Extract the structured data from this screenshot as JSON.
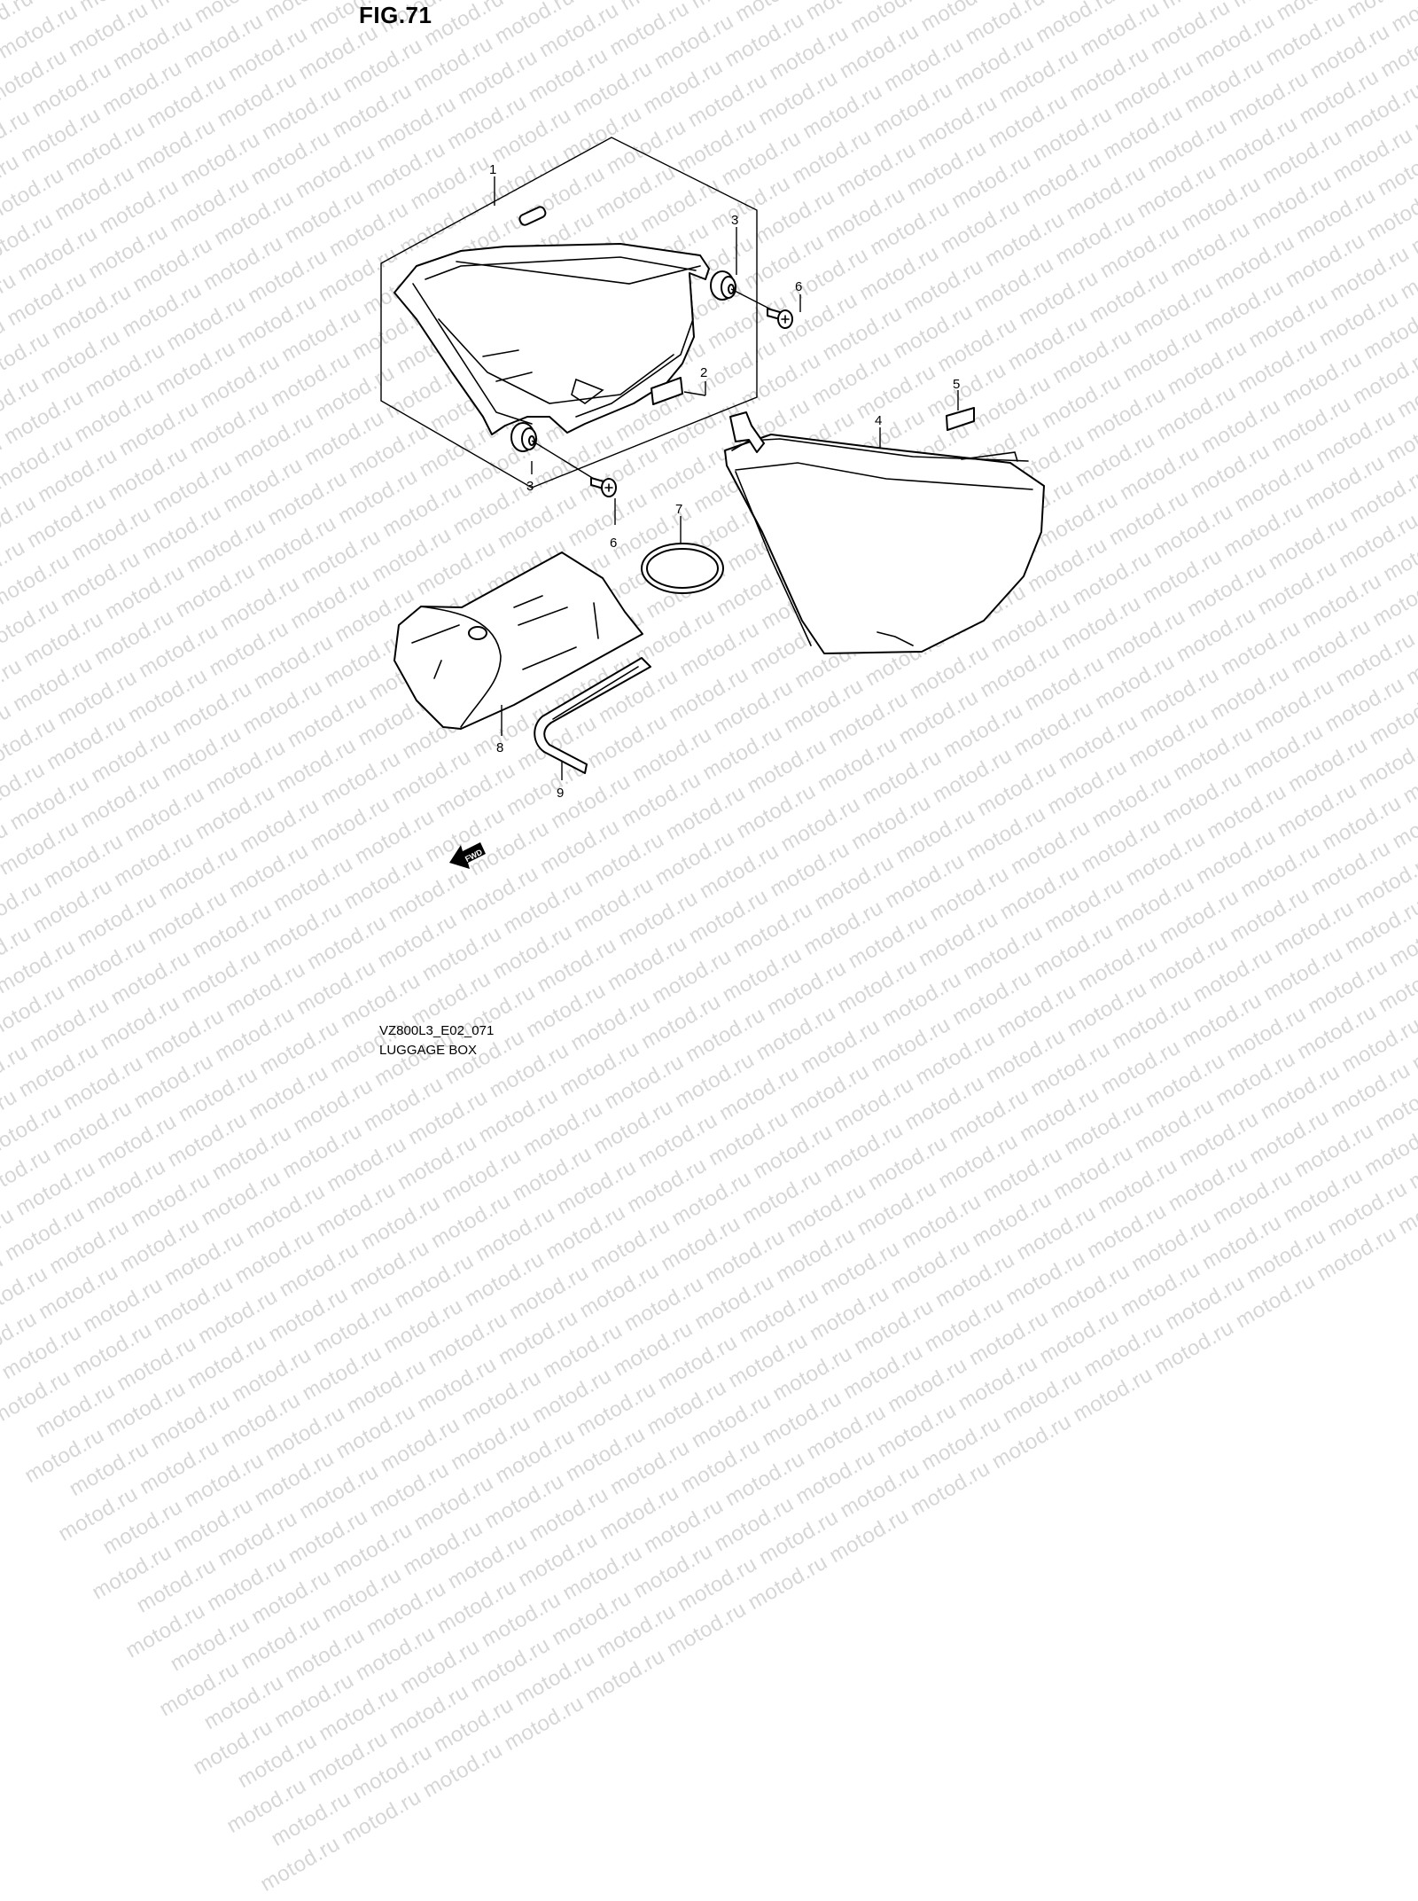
{
  "figure": {
    "title": "FIG.71",
    "code": "VZ800L3_E02_071",
    "name": "LUGGAGE BOX"
  },
  "watermark": {
    "text": "motod.ru",
    "color": "#d6d6d6"
  },
  "direction_indicator": {
    "label": "FWD"
  },
  "callouts": [
    {
      "number": "1",
      "part": "luggage-box-assembly"
    },
    {
      "number": "2",
      "part": "label-plate"
    },
    {
      "number": "3",
      "part": "grommet-upper"
    },
    {
      "number": "3",
      "part": "grommet-lower"
    },
    {
      "number": "4",
      "part": "side-cover"
    },
    {
      "number": "5",
      "part": "small-label"
    },
    {
      "number": "6",
      "part": "screw-upper"
    },
    {
      "number": "6",
      "part": "screw-lower"
    },
    {
      "number": "7",
      "part": "o-ring"
    },
    {
      "number": "8",
      "part": "tool-bag"
    },
    {
      "number": "9",
      "part": "hex-wrench"
    }
  ]
}
